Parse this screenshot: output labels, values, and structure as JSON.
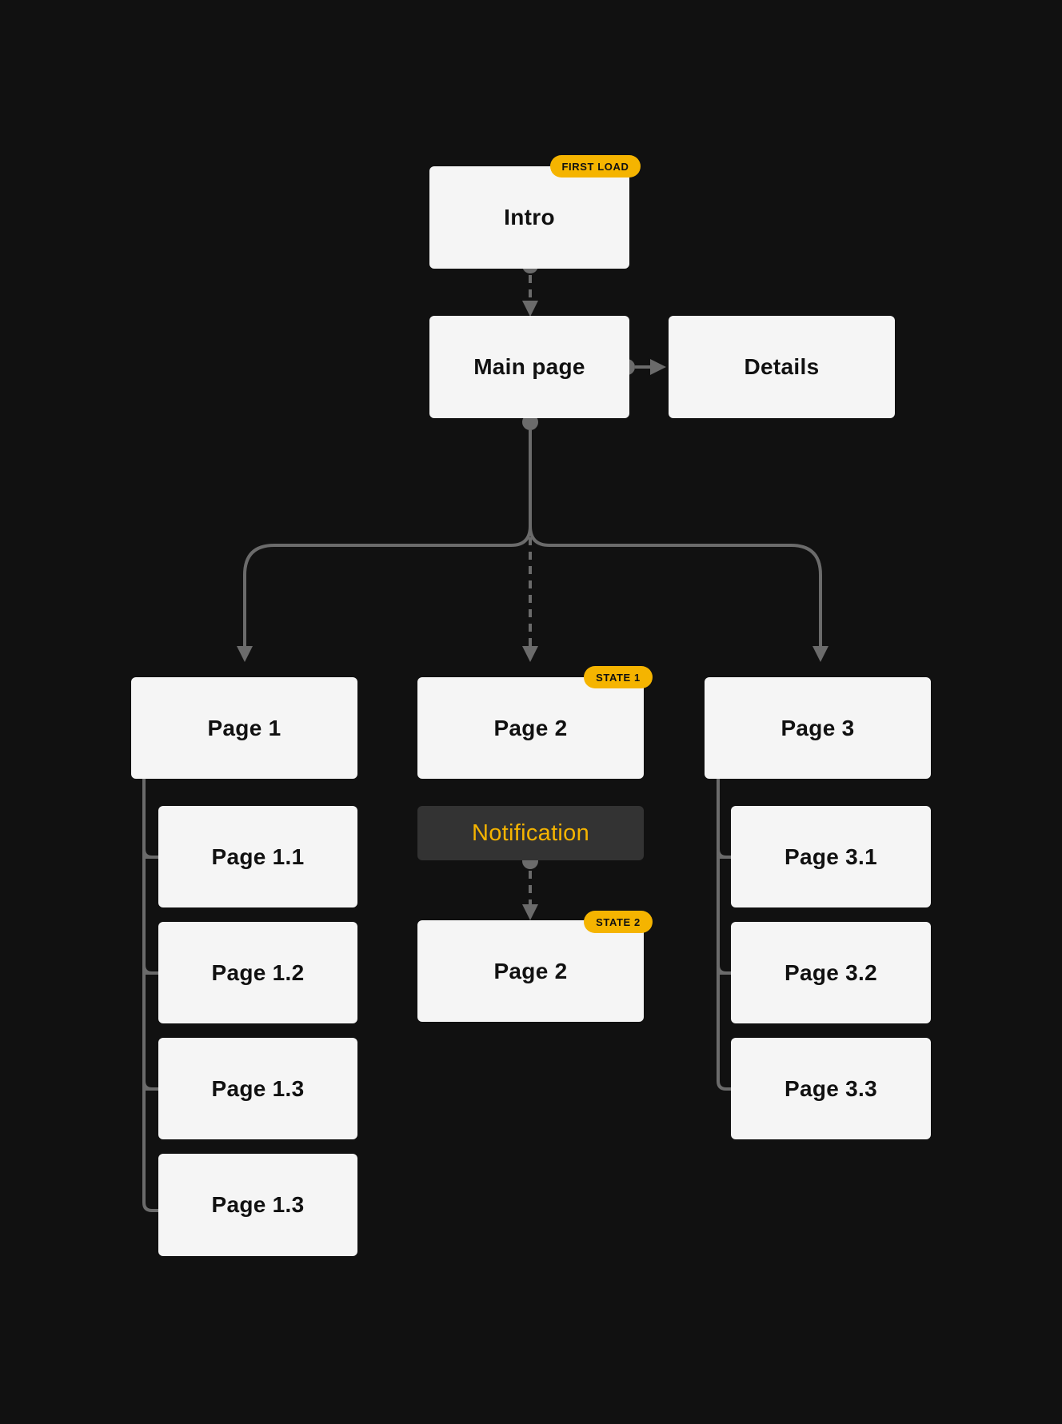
{
  "nodes": {
    "intro": "Intro",
    "main_page": "Main page",
    "details": "Details",
    "page_1": "Page 1",
    "page_1_1": "Page 1.1",
    "page_1_2": "Page 1.2",
    "page_1_3a": "Page 1.3",
    "page_1_3b": "Page 1.3",
    "page_2_state1": "Page 2",
    "notification": "Notification",
    "page_2_state2": "Page 2",
    "page_3": "Page 3",
    "page_3_1": "Page 3.1",
    "page_3_2": "Page 3.2",
    "page_3_3": "Page 3.3"
  },
  "badges": {
    "first_load": "FIRST LOAD",
    "state_1": "STATE 1",
    "state_2": "STATE 2"
  },
  "colors": {
    "background": "#111111",
    "node": "#f5f5f5",
    "notification_bg": "#333333",
    "accent": "#f5b400",
    "connector": "#6b6b6b"
  }
}
